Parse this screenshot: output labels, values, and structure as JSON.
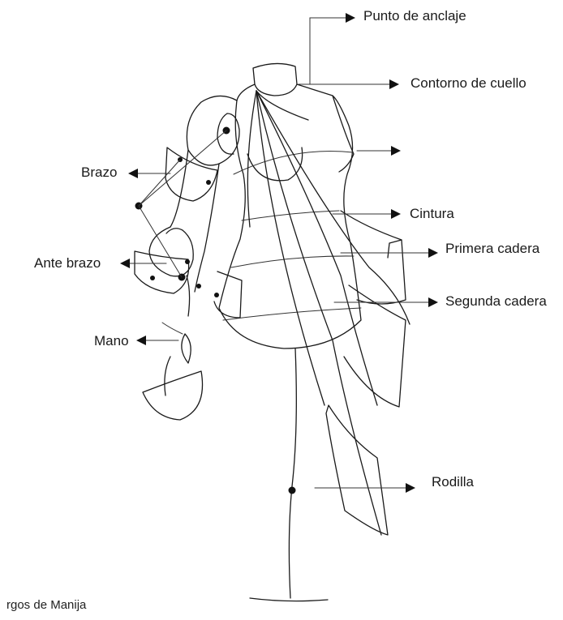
{
  "labels": {
    "punto_anclaje": "Punto de anclaje",
    "contorno_cuello": "Contorno de cuello",
    "cintura": "Cintura",
    "primera_cadera": "Primera cadera",
    "segunda_cadera": "Segunda cadera",
    "rodilla": "Rodilla",
    "brazo": "Brazo",
    "ante_brazo": "Ante brazo",
    "mano": "Mano"
  },
  "caption": "rgos de Manija",
  "colors": {
    "ink": "#1a1a1a",
    "background": "#ffffff"
  }
}
